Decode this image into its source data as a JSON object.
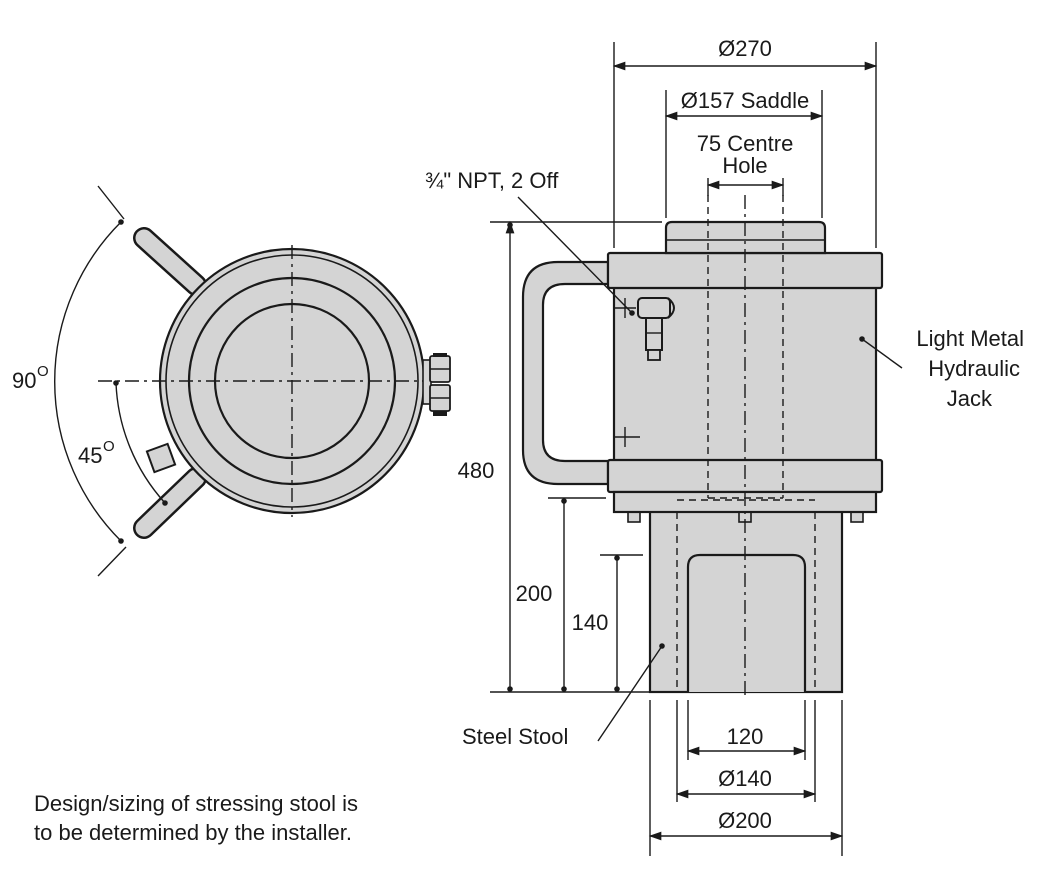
{
  "colors": {
    "ink": "#1a1a1a",
    "body": "#d4d4d4",
    "bodyDark": "#bdbdbd",
    "face": "#dadada"
  },
  "plan_view": {
    "angle_90": "90",
    "angle_45": "45",
    "degree_symbol": "O"
  },
  "elevation": {
    "dim_270": "Ø270",
    "dim_157": "Ø157 Saddle",
    "dim_75_line1": "75 Centre",
    "dim_75_line2": "Hole",
    "npt": "¾\" NPT, 2 Off",
    "jack_line1": "Light Metal",
    "jack_line2": "Hydraulic",
    "jack_line3": "Jack",
    "dim_480": "480",
    "dim_200": "200",
    "dim_140": "140",
    "stool": "Steel Stool",
    "dim_120": "120",
    "dim_d140": "Ø140",
    "dim_d200": "Ø200"
  },
  "note": {
    "line1": "Design/sizing of stressing stool is",
    "line2": "to be determined by the installer."
  }
}
